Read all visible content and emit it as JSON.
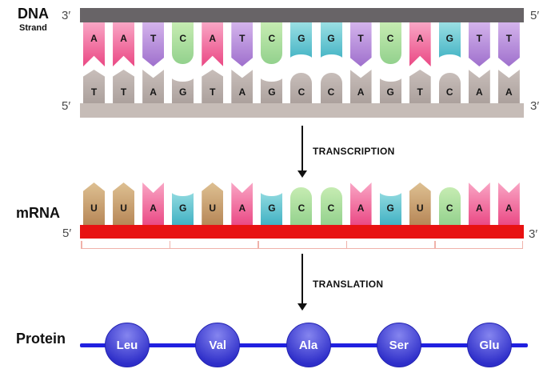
{
  "dna": {
    "label": "DNA",
    "sublabel": "Strand",
    "top_strand_direction": {
      "left": "3′",
      "right": "5′"
    },
    "bottom_strand_direction": {
      "left": "5′",
      "right": "3′"
    },
    "coding_strand": [
      "A",
      "A",
      "T",
      "C",
      "A",
      "T",
      "C",
      "G",
      "G",
      "T",
      "C",
      "A",
      "G",
      "T",
      "T"
    ],
    "template_strand": [
      "T",
      "T",
      "A",
      "G",
      "T",
      "A",
      "G",
      "C",
      "C",
      "A",
      "G",
      "T",
      "C",
      "A",
      "A"
    ]
  },
  "transcription": {
    "label": "TRANSCRIPTION"
  },
  "mrna": {
    "label": "mRNA",
    "left_end": "5′",
    "right_end": "3′",
    "sequence": [
      "U",
      "U",
      "A",
      "G",
      "U",
      "A",
      "G",
      "C",
      "C",
      "A",
      "G",
      "U",
      "C",
      "A",
      "A"
    ],
    "codon_groups": 5
  },
  "translation": {
    "label": "TRANSLATION"
  },
  "protein": {
    "label": "Protein",
    "amino_acids": [
      "Leu",
      "Val",
      "Ala",
      "Ser",
      "Glu"
    ]
  },
  "colors": {
    "bases": {
      "A": {
        "light": "#f9a6c5",
        "dark": "#ea4884"
      },
      "T": {
        "light": "#d4b4ec",
        "dark": "#9f70cd"
      },
      "C": {
        "light": "#c6ecb2",
        "dark": "#93d18d"
      },
      "G": {
        "light": "#9adfe3",
        "dark": "#3fb1c3"
      },
      "U": {
        "light": "#dec092",
        "dark": "#b68656"
      }
    },
    "template_base": {
      "light": "#c8beba",
      "dark": "#aba09c"
    },
    "dna_top_bar": "#686467",
    "dna_bottom_bar": "#c6bcb7",
    "mrna_bar": "#e81212",
    "codon_ruler": "#f0b2aa",
    "protein_bead_light": "#8585ef",
    "protein_bead_dark": "#2e2ec9",
    "protein_line": "#2020e0",
    "arrow": "#111111",
    "end_label": "#4a4a4a"
  }
}
